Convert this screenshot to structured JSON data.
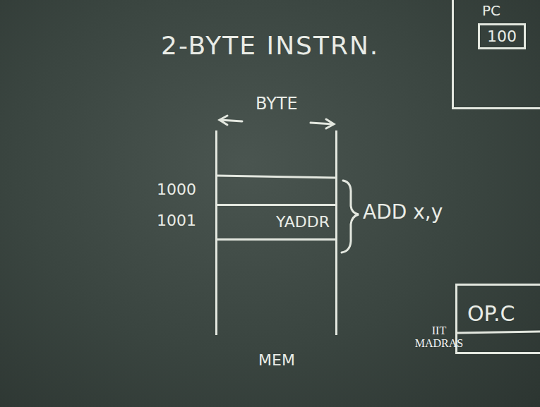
{
  "diagram": {
    "nodes": [
      {
        "text": [
          "PC"
        ]
      },
      {
        "text": [
          "100"
        ],
        "in": 0
      },
      {
        "text": [
          "BYTE",
          "MEM"
        ]
      },
      {
        "text": [
          "YADDR"
        ],
        "in": 2
      },
      {
        "text": [
          "OP.C"
        ]
      }
    ],
    "labels": [
      "2-BYTE INSTRN.",
      "1000",
      "1001",
      "ADD x,y",
      "IIT MADRAS"
    ]
  }
}
